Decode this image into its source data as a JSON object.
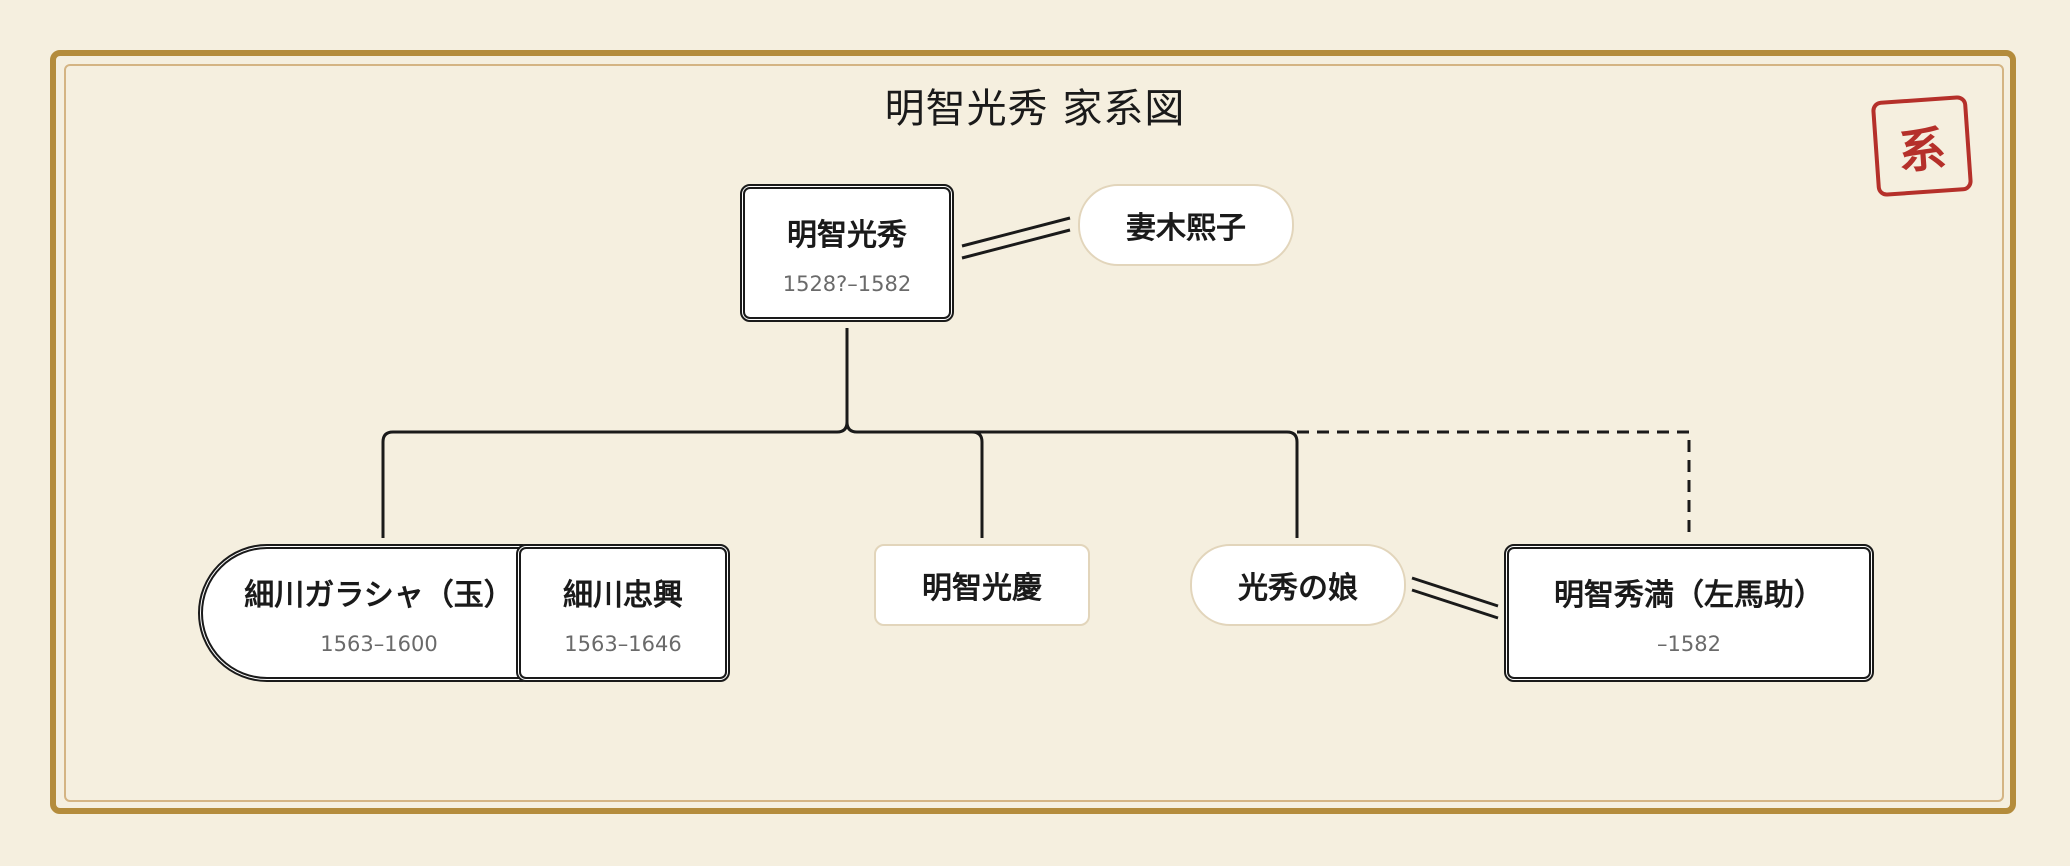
{
  "title": "明智光秀 家系図",
  "seal": "系",
  "colors": {
    "background": "#f5efdf",
    "frame": "#b48c3c",
    "seal": "#b5302a",
    "line": "#1a1a1a"
  },
  "persons": {
    "mitsuhide": {
      "name": "明智光秀",
      "dates": "1528?–1582"
    },
    "hiroko": {
      "name": "妻木熙子"
    },
    "gracia": {
      "name": "細川ガラシャ（玉）",
      "dates": "1563–1600"
    },
    "tadaoki": {
      "name": "細川忠興",
      "dates": "1563–1646"
    },
    "mitsuyoshi": {
      "name": "明智光慶"
    },
    "daughter": {
      "name": "光秀の娘"
    },
    "hidemitsu": {
      "name": "明智秀満（左馬助）",
      "dates": "–1582"
    }
  }
}
